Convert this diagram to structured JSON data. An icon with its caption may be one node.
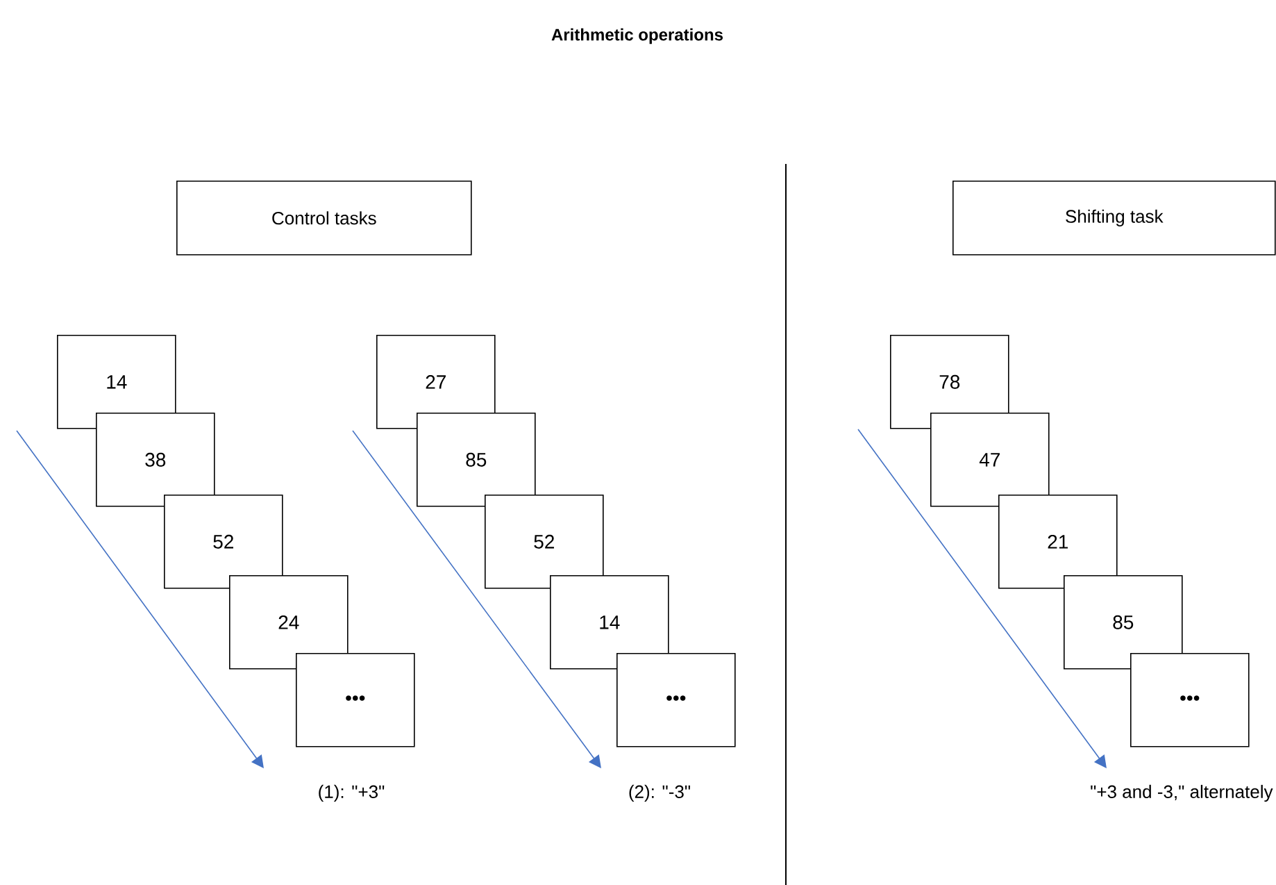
{
  "diagram": {
    "title": "Arithmetic operations",
    "nodes": [
      {
        "text": [
          "Control tasks"
        ]
      },
      {
        "text": [
          "Shifting task"
        ]
      },
      {
        "text": [
          "14"
        ]
      },
      {
        "text": [
          "38"
        ]
      },
      {
        "text": [
          "52"
        ]
      },
      {
        "text": [
          "24"
        ]
      },
      {
        "text": [
          "•••"
        ]
      },
      {
        "text": [
          "27"
        ]
      },
      {
        "text": [
          "85"
        ]
      },
      {
        "text": [
          "52"
        ]
      },
      {
        "text": [
          "14"
        ]
      },
      {
        "text": [
          "•••"
        ]
      },
      {
        "text": [
          "78"
        ]
      },
      {
        "text": [
          "47"
        ]
      },
      {
        "text": [
          "21"
        ]
      },
      {
        "text": [
          "85"
        ]
      },
      {
        "text": [
          "•••"
        ]
      }
    ],
    "edges": [],
    "labels": [
      "(1): \"+3\"",
      "(2): \"-3\"",
      "\"+3 and -3,\" alternately"
    ]
  }
}
